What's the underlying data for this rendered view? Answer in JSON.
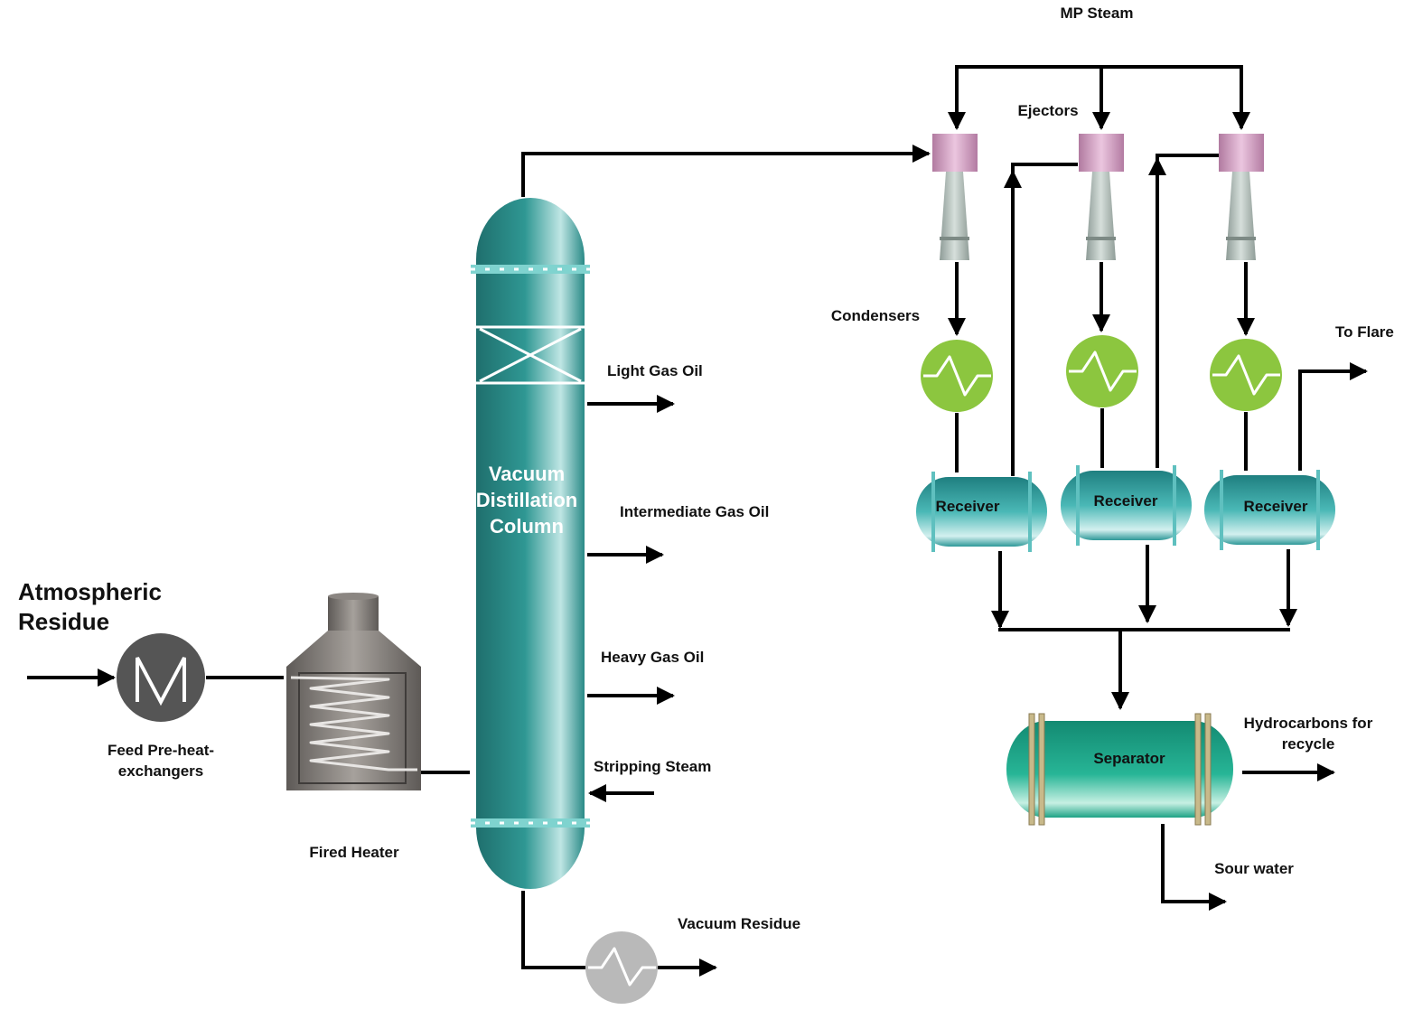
{
  "labels": {
    "feed_line1": "Atmospheric",
    "feed_line2": "Residue",
    "preheat_line1": "Feed Pre-heat-",
    "preheat_line2": "exchangers",
    "fired_heater": "Fired Heater",
    "column_line1": "Vacuum",
    "column_line2": "Distillation",
    "column_line3": "Column",
    "light_gas_oil": "Light Gas Oil",
    "intermediate_gas_oil": "Intermediate Gas Oil",
    "heavy_gas_oil": "Heavy Gas Oil",
    "stripping_steam": "Stripping Steam",
    "vacuum_residue": "Vacuum Residue",
    "mp_steam": "MP Steam",
    "ejectors": "Ejectors",
    "condensers": "Condensers",
    "to_flare": "To Flare",
    "receiver_1": "Receiver",
    "receiver_2": "Receiver",
    "receiver_3": "Receiver",
    "separator": "Separator",
    "hydrocarbons_line1": "Hydrocarbons for",
    "hydrocarbons_line2": "recycle",
    "sour_water": "Sour water"
  },
  "colors": {
    "column": "#2a8c88",
    "condenser": "#8cc63f",
    "ejector_head": "#c994b8",
    "ejector_body": "#b7c4bf",
    "receiver": "#36a3a3",
    "separator": "#1fae93",
    "preheat_exchanger": "#555555",
    "cooler": "#b9b9b9",
    "fired_heater": "#6e6a66"
  },
  "icons": {
    "preheat_exchanger": "m-exchanger-icon",
    "condenser": "zigzag-exchanger-icon",
    "cooler": "zigzag-exchanger-icon",
    "ejector": "ejector-icon",
    "fired_heater": "furnace-icon"
  }
}
